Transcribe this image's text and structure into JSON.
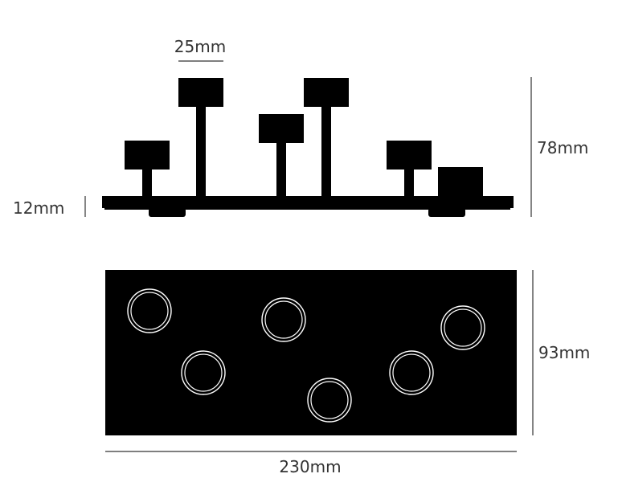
{
  "dimensions": {
    "cup_width": "25mm",
    "base_height": "12mm",
    "total_height": "78mm",
    "depth": "93mm",
    "length": "230mm"
  },
  "colors": {
    "product": "#000000",
    "dimension_line": "#333333",
    "ring": "#ffffff"
  }
}
